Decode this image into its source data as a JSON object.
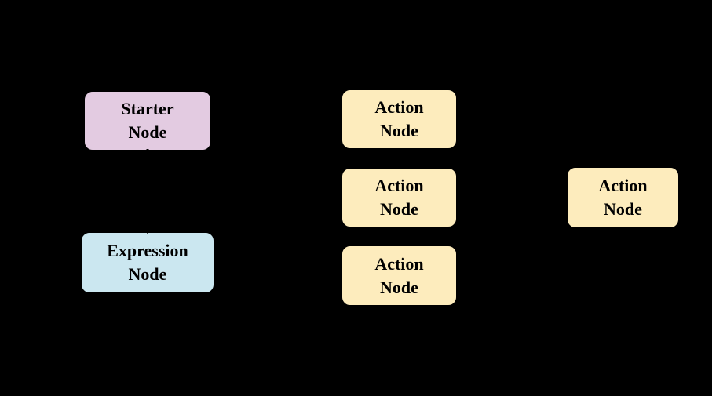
{
  "diagram": {
    "background_color": "#000000",
    "text_color": "#000000",
    "edge_color": "#000000",
    "node_fills": {
      "starter": "#e3cbe1",
      "expression": "#cbe7f0",
      "action": "#fdecbd"
    },
    "nodes": [
      {
        "id": "starter",
        "line1": "Starter",
        "line2": "Node",
        "fill": "#e3cbe1"
      },
      {
        "id": "expression",
        "line1": "Expression",
        "line2": "Node",
        "fill": "#cbe7f0"
      },
      {
        "id": "action-1",
        "line1": "Action",
        "line2": "Node",
        "fill": "#fdecbd"
      },
      {
        "id": "action-2",
        "line1": "Action",
        "line2": "Node",
        "fill": "#fdecbd"
      },
      {
        "id": "action-3",
        "line1": "Action",
        "line2": "Node",
        "fill": "#fdecbd"
      },
      {
        "id": "action-4",
        "line1": "Action",
        "line2": "Node",
        "fill": "#fdecbd"
      }
    ],
    "edges": [
      {
        "from": "starter",
        "to": "expression",
        "from_side": "bottom",
        "to_side": "top"
      },
      {
        "from": "expression",
        "to": "action-3",
        "from_side": "right",
        "to_side": "left"
      },
      {
        "from": "action-1",
        "to": "action-4",
        "from_side": "right",
        "to_side": "left"
      },
      {
        "from": "action-2",
        "to": "action-4",
        "from_side": "right",
        "to_side": "left"
      },
      {
        "from": "action-3",
        "to": "action-4",
        "from_side": "right",
        "to_side": "left"
      }
    ]
  }
}
